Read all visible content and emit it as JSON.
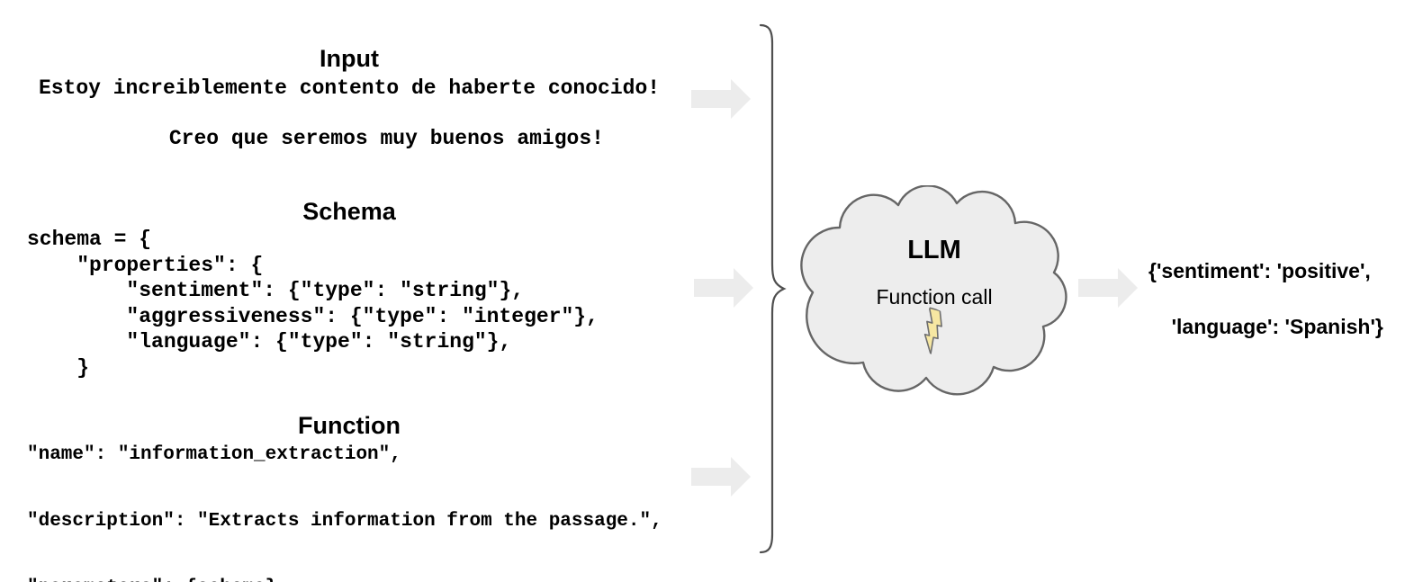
{
  "diagram": {
    "input": {
      "title": "Input",
      "line1": "Estoy increiblemente contento de haberte conocido!",
      "line2": "Creo que seremos muy buenos amigos!"
    },
    "schema": {
      "title": "Schema",
      "code": "schema = {\n    \"properties\": {\n        \"sentiment\": {\"type\": \"string\"},\n        \"aggressiveness\": {\"type\": \"integer\"},\n        \"language\": {\"type\": \"string\"},\n    }"
    },
    "function": {
      "title": "Function",
      "code": "\"name\": \"information_extraction\",\n\n\"description\": \"Extracts information from the passage.\",\n\n\"parameters\": {schema}"
    },
    "llm": {
      "label": "LLM",
      "sublabel": "Function call"
    },
    "output": {
      "line1": "{'sentiment': 'positive',",
      "line2": "'language': 'Spanish'}"
    }
  },
  "icons": {
    "flow_arrow": "right-arrow-icon",
    "group_brace": "curly-brace-icon",
    "llm_shape": "cloud-icon",
    "spark": "lightning-bolt-icon"
  },
  "colors": {
    "arrow": "#ececec",
    "cloud_fill": "#ededed",
    "cloud_stroke": "#666666",
    "bolt_fill": "#f6e7a2",
    "bolt_stroke": "#6e6e6e",
    "brace": "#4f4f4f",
    "text": "#000000"
  }
}
